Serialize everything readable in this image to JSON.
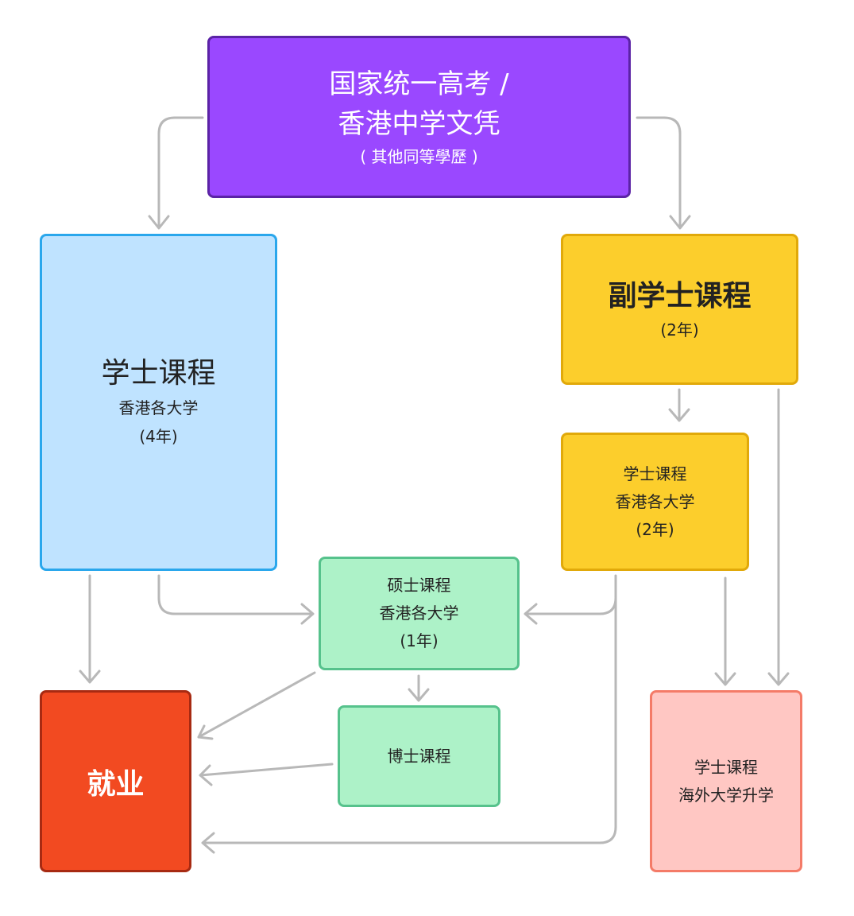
{
  "diagram": {
    "exam": {
      "line1": "国家统一高考 /",
      "line2": "香港中学文凭",
      "line3": "( 其他同等學歷 )"
    },
    "bachelor_hk": {
      "title": "学士课程",
      "subtitle": "香港各大学",
      "duration": "(4年)"
    },
    "associate": {
      "title": "副学士课程",
      "duration": "(2年)"
    },
    "bachelor_hk_topup": {
      "title": "学士课程",
      "subtitle": "香港各大学",
      "duration": "(2年)"
    },
    "master": {
      "title": "硕士课程",
      "subtitle": "香港各大学",
      "duration": "(1年)"
    },
    "phd": {
      "title": "博士课程"
    },
    "employment": {
      "title": "就业"
    },
    "overseas": {
      "title": "学士课程",
      "subtitle": "海外大学升学"
    }
  },
  "colors": {
    "exam": "#9a48ff",
    "bachelor_hk": "#bfe3ff",
    "associate": "#fcce2c",
    "master": "#adf2c8",
    "employment": "#f24a21",
    "overseas": "#ffc7c3",
    "connector": "#b8b8b8"
  }
}
